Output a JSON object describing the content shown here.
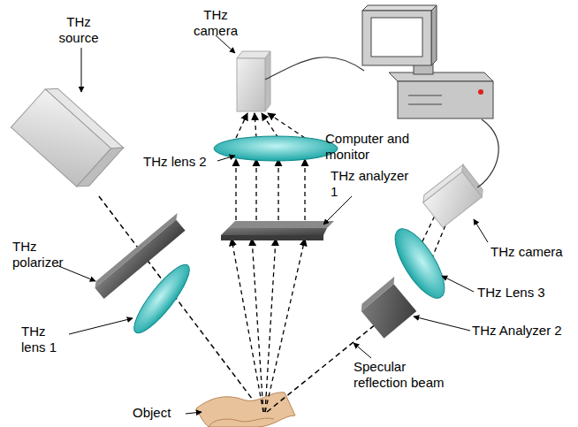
{
  "diagram": {
    "labels": [
      "THz source",
      "THz polarizer",
      "THz lens 1",
      "THz camera",
      "THz lens 2",
      "THz analyzer 1",
      "Computer and monitor",
      "THz camera",
      "THz Lens 3",
      "THz Analyzer 2",
      "Specular reflection beam",
      "Object"
    ]
  }
}
